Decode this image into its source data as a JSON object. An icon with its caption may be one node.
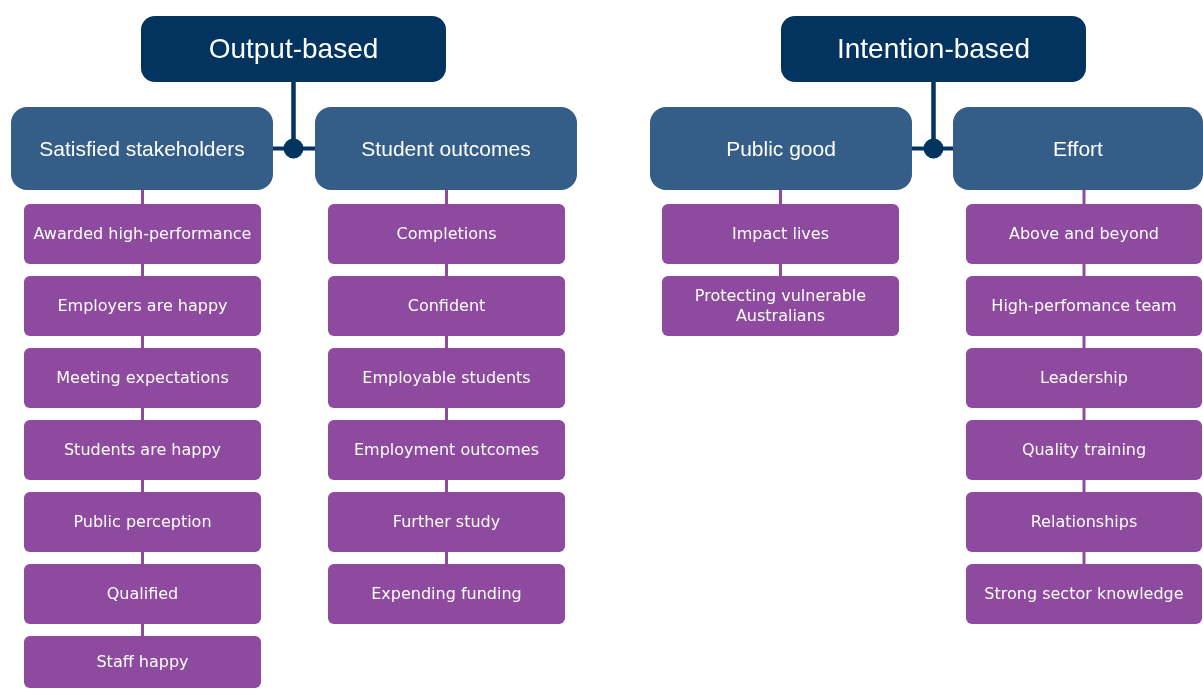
{
  "diagram": {
    "nodes": [
      {
        "text": [
          "Output-based"
        ]
      },
      {
        "text": [
          "Satisfied stakeholders"
        ]
      },
      {
        "text": [
          "Student outcomes"
        ]
      },
      {
        "text": [
          "Awarded high-performance"
        ]
      },
      {
        "text": [
          "Employers are happy"
        ]
      },
      {
        "text": [
          "Meeting expectations"
        ]
      },
      {
        "text": [
          "Students are happy"
        ]
      },
      {
        "text": [
          "Public perception"
        ]
      },
      {
        "text": [
          "Qualified"
        ]
      },
      {
        "text": [
          "Staff happy"
        ]
      },
      {
        "text": [
          "Completions"
        ]
      },
      {
        "text": [
          "Confident"
        ]
      },
      {
        "text": [
          "Employable students"
        ]
      },
      {
        "text": [
          "Employment outcomes"
        ]
      },
      {
        "text": [
          "Further study"
        ]
      },
      {
        "text": [
          "Expending funding"
        ]
      },
      {
        "text": [
          "Intention-based"
        ]
      },
      {
        "text": [
          "Public good"
        ]
      },
      {
        "text": [
          "Effort"
        ]
      },
      {
        "text": [
          "Impact lives"
        ]
      },
      {
        "text": [
          "Protecting vulnerable Australians"
        ]
      },
      {
        "text": [
          "Above and beyond"
        ]
      },
      {
        "text": [
          "High-perfomance team"
        ]
      },
      {
        "text": [
          "Leadership"
        ]
      },
      {
        "text": [
          "Quality training"
        ]
      },
      {
        "text": [
          "Relationships"
        ]
      },
      {
        "text": [
          "Strong sector knowledge"
        ]
      }
    ],
    "edges": [
      {
        "from": 0,
        "to": 1,
        "arrow": "none",
        "color": "#03335f"
      },
      {
        "from": 0,
        "to": 2,
        "arrow": "none",
        "color": "#03335f"
      },
      {
        "from": 1,
        "to": 3,
        "arrow": "none"
      },
      {
        "from": 3,
        "to": 4,
        "arrow": "none"
      },
      {
        "from": 4,
        "to": 5,
        "arrow": "none"
      },
      {
        "from": 5,
        "to": 6,
        "arrow": "none"
      },
      {
        "from": 6,
        "to": 7,
        "arrow": "none"
      },
      {
        "from": 7,
        "to": 8,
        "arrow": "none"
      },
      {
        "from": 8,
        "to": 9,
        "arrow": "none"
      },
      {
        "from": 2,
        "to": 10,
        "arrow": "none"
      },
      {
        "from": 10,
        "to": 11,
        "arrow": "none"
      },
      {
        "from": 11,
        "to": 12,
        "arrow": "none"
      },
      {
        "from": 12,
        "to": 13,
        "arrow": "none"
      },
      {
        "from": 13,
        "to": 14,
        "arrow": "none"
      },
      {
        "from": 14,
        "to": 15,
        "arrow": "none"
      },
      {
        "from": 16,
        "to": 17,
        "arrow": "none",
        "color": "#03335f"
      },
      {
        "from": 16,
        "to": 18,
        "arrow": "none",
        "color": "#03335f"
      },
      {
        "from": 17,
        "to": 19,
        "arrow": "none"
      },
      {
        "from": 19,
        "to": 20,
        "arrow": "none"
      },
      {
        "from": 18,
        "to": 21,
        "arrow": "none"
      },
      {
        "from": 21,
        "to": 22,
        "arrow": "none"
      },
      {
        "from": 22,
        "to": 23,
        "arrow": "none"
      },
      {
        "from": 23,
        "to": 24,
        "arrow": "none"
      },
      {
        "from": 24,
        "to": 25,
        "arrow": "none"
      },
      {
        "from": 25,
        "to": 26,
        "arrow": "none"
      }
    ]
  }
}
